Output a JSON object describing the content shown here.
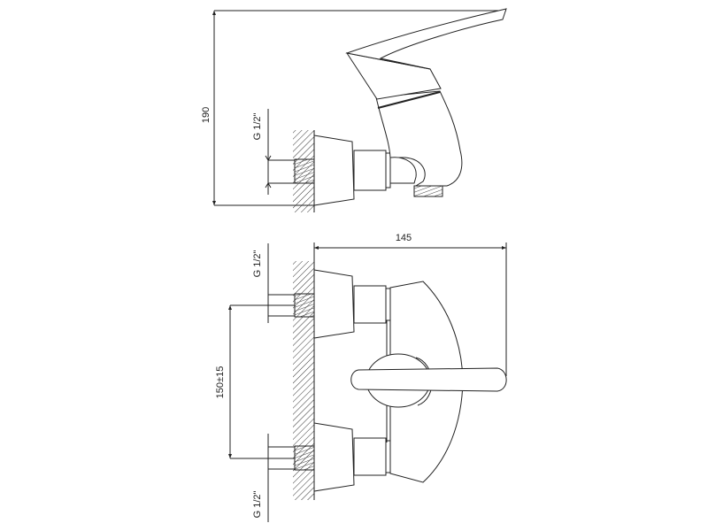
{
  "drawing": {
    "side_view": {
      "height_dimension": "190",
      "thread_label": "G 1/2\""
    },
    "front_view": {
      "width_dimension": "145",
      "spacing_dimension": "150±15",
      "thread_label_top": "G 1/2\"",
      "thread_label_bottom": "G 1/2\""
    },
    "colors": {
      "line": "#222222",
      "background": "#ffffff"
    }
  }
}
